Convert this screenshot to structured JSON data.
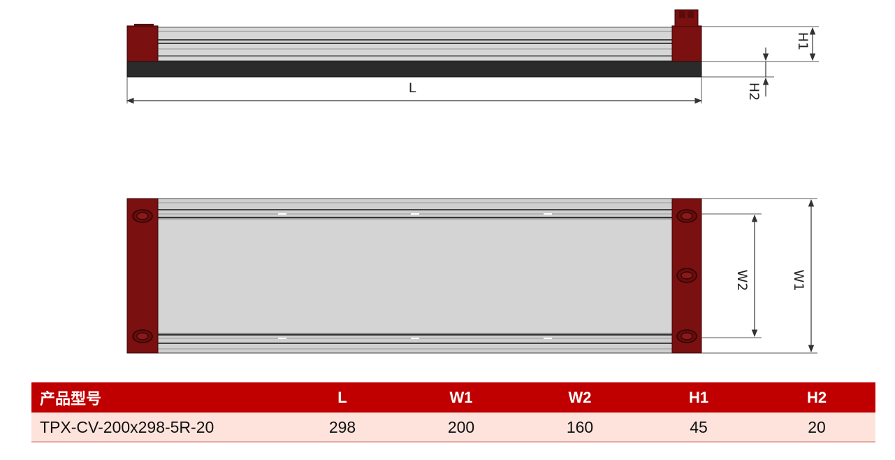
{
  "drawing": {
    "side_view_labels": {
      "length": "L",
      "height1": "H1",
      "height2": "H2"
    },
    "top_view_labels": {
      "width1": "W1",
      "width2": "W2"
    }
  },
  "table": {
    "headers": [
      "产品型号",
      "L",
      "W1",
      "W2",
      "H1",
      "H2"
    ],
    "rows": [
      [
        "TPX-CV-200x298-5R-20",
        "298",
        "200",
        "160",
        "45",
        "20"
      ]
    ]
  },
  "colors": {
    "header_bg": "#c00000",
    "row_bg": "#fde3dc",
    "end_cap": "#7a1010",
    "belt": "#2b2b2b",
    "rail": "#d4d4d4"
  }
}
